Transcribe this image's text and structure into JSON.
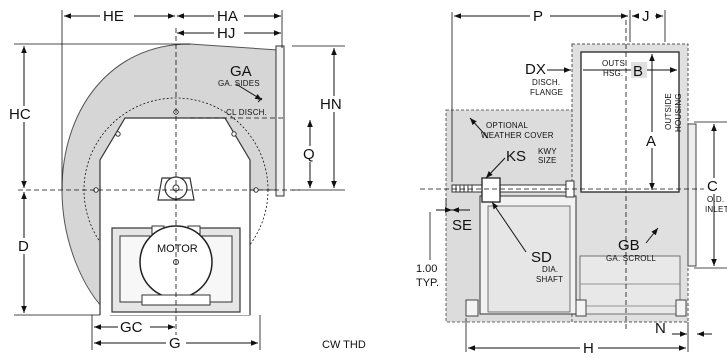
{
  "labels": {
    "he": "HE",
    "ha": "HA",
    "hj": "HJ",
    "hc": "HC",
    "hn": "HN",
    "q": "Q",
    "d": "D",
    "ga": "GA",
    "ga_sub": "GA. SIDES",
    "cl_disch": "CL DISCH.",
    "motor": "MOTOR",
    "gc": "GC",
    "g": "G",
    "caption": "CW THD",
    "p": "P",
    "j": "J",
    "dx": "DX",
    "dx_sub1": "DISCH.",
    "dx_sub2": "FLANGE",
    "outs_hsg1": "OUTS.",
    "outs_hsg2": "HSG.",
    "b": "B",
    "outside_housing1": "OUTSIDE",
    "outside_housing2": "HOUSING",
    "a": "A",
    "weather1": "OPTIONAL",
    "weather2": "WEATHER COVER",
    "ks": "KS",
    "ks_sub1": "KWY",
    "ks_sub2": "SIZE",
    "c": "C",
    "c_sub1": "O.D.",
    "c_sub2": "INLET",
    "one_hundred": "1.00",
    "typ": "TYP.",
    "se": "SE",
    "sd": "SD",
    "sd_sub1": "DIA.",
    "sd_sub2": "SHAFT",
    "gb": "GB",
    "gb_sub": "GA. SCROLL",
    "n": "N",
    "h": "H"
  }
}
